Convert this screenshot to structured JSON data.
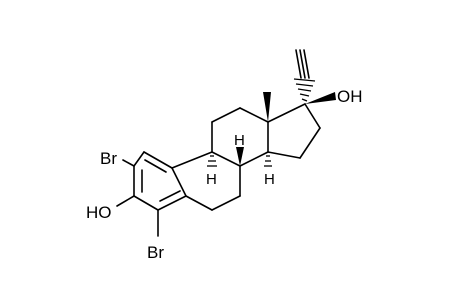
{
  "molecule": {
    "labels": {
      "br_top": "Br",
      "br_bottom": "Br",
      "oh_phenol": "HO",
      "oh_17": "OH",
      "h_9": "H",
      "h_8": "H",
      "h_14": "H"
    }
  }
}
